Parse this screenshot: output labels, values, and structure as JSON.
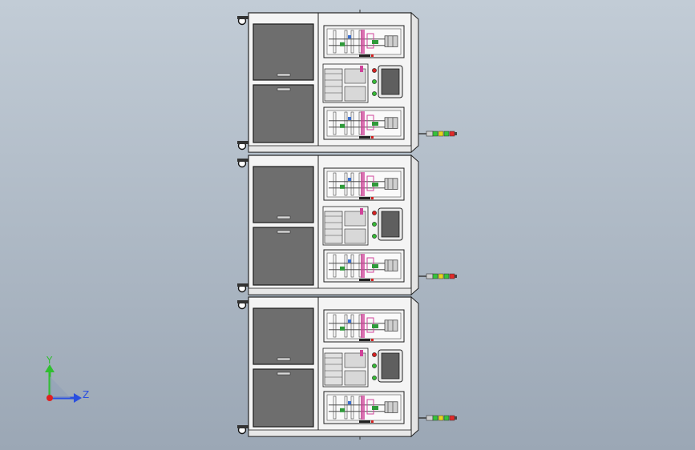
{
  "viewport": {
    "background_top": "#c2ccd6",
    "background_bottom": "#9ba7b5"
  },
  "model": {
    "units": [
      {
        "id": "unit-1"
      },
      {
        "id": "unit-2"
      },
      {
        "id": "unit-3"
      }
    ],
    "colors": {
      "frame_fill": "#f4f4f4",
      "frame_stroke": "#222222",
      "door_fill": "#6e6e6e",
      "door_stroke": "#1a1a1a",
      "handle_fill": "#d8d8d8",
      "panel_fill": "#f0f0f0",
      "mechanism_pink": "#d0439a",
      "mechanism_green": "#2f9a3a",
      "mechanism_blue": "#3a6fd0",
      "screen_fill": "#5f5f5f",
      "light_red": "#d42020",
      "light_green": "#35b835",
      "tower_red": "#e02a2a",
      "tower_yellow": "#e8d21e",
      "tower_green": "#36c23a"
    }
  },
  "triad": {
    "y_label": "Y",
    "z_label": "Z",
    "y_color": "#2fbf2f",
    "z_color": "#2a4fe0",
    "x_color": "#e02020"
  }
}
